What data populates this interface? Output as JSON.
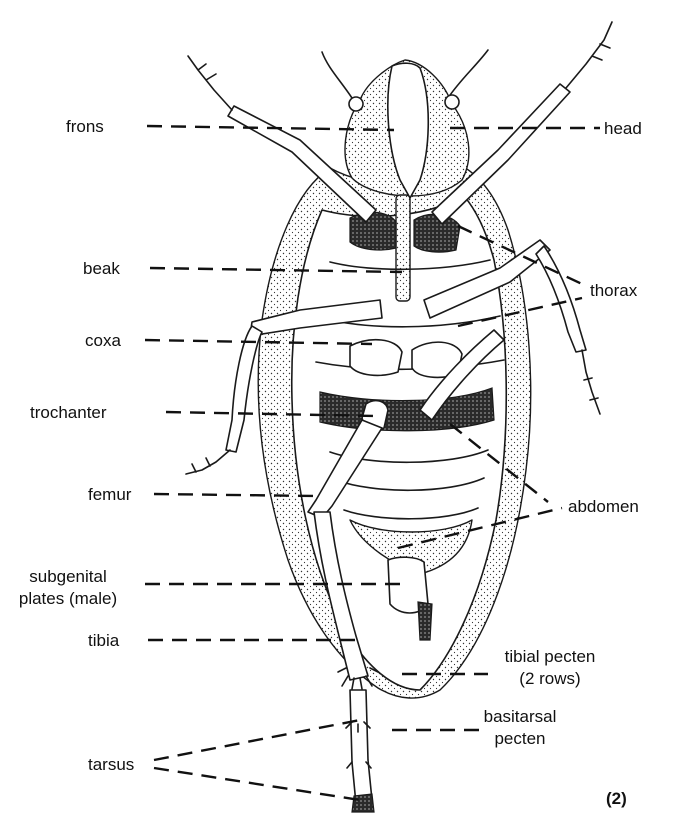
{
  "labels": {
    "frons": "frons",
    "head": "head",
    "beak": "beak",
    "thorax": "thorax",
    "coxa": "coxa",
    "trochanter": "trochanter",
    "femur": "femur",
    "abdomen": "abdomen",
    "subgenital_line1": "subgenital",
    "subgenital_line2": "plates (male)",
    "tibia": "tibia",
    "tibial_pecten_line1": "tibial pecten",
    "tibial_pecten_line2": "(2 rows)",
    "basitarsal_line1": "basitarsal",
    "basitarsal_line2": "pecten",
    "tarsus": "tarsus",
    "figure_number": "(2)"
  }
}
